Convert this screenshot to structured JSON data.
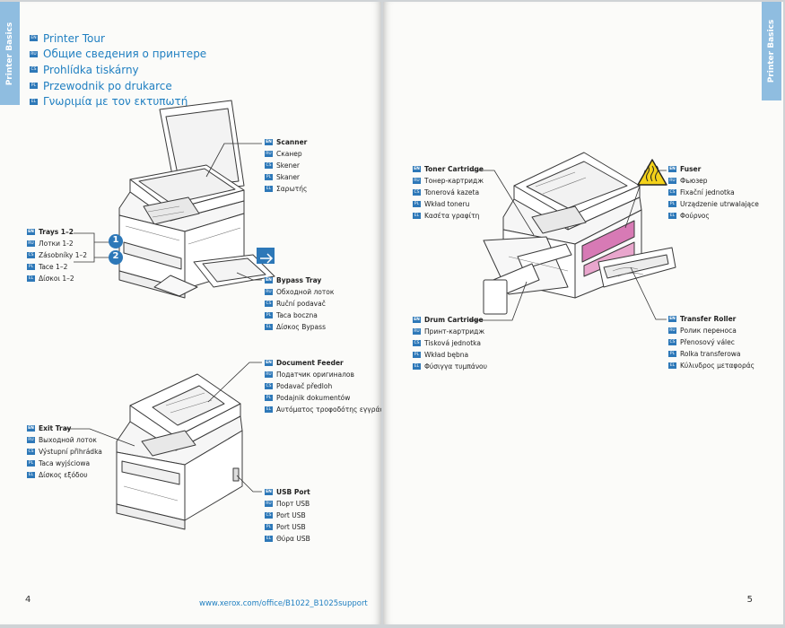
{
  "left_page": {
    "side_tab": "Printer Basics",
    "page_number": "4",
    "footer_url": "www.xerox.com/office/B1022_B1025support",
    "title_rows": [
      {
        "code": "EN",
        "text": "Printer Tour"
      },
      {
        "code": "RU",
        "text": "Общие сведения о принтере"
      },
      {
        "code": "CS",
        "text": "Prohlídka tiskárny"
      },
      {
        "code": "PL",
        "text": "Przewodnik po drukarce"
      },
      {
        "code": "EL",
        "text": "Γνωριμία με τον εκτυπωτή"
      }
    ],
    "callout_numbers": [
      "1",
      "2"
    ],
    "labels": {
      "scanner": [
        "Scanner",
        "Сканер",
        "Skener",
        "Skaner",
        "Σαρωτής"
      ],
      "trays": [
        "Trays 1–2",
        "Лотки 1-2",
        "Zásobníky 1–2",
        "Tace 1–2",
        "Δίσκοι 1–2"
      ],
      "bypass": [
        "Bypass Tray",
        "Обходной лоток",
        "Ruční podavač",
        "Taca boczna",
        "Δίσκος Bypass"
      ],
      "feeder": [
        "Document Feeder",
        "Податчик оригиналов",
        "Podavač předloh",
        "Podajnik dokumentów",
        "Αυτόματος τροφοδότης εγγράφων"
      ],
      "exit": [
        "Exit Tray",
        "Выходной лоток",
        "Výstupní přihrádka",
        "Taca wyjściowa",
        "Δίσκος εξόδου"
      ],
      "usb": [
        "USB Port",
        "Порт USB",
        "Port USB",
        "Port USB",
        "Θύρα USB"
      ]
    }
  },
  "right_page": {
    "side_tab": "Printer Basics",
    "page_number": "5",
    "labels": {
      "toner": [
        "Toner Cartridge",
        "Тонер-картридж",
        "Tonerová kazeta",
        "Wkład toneru",
        "Κασέτα γραφίτη"
      ],
      "fuser": [
        "Fuser",
        "Фьюзер",
        "Fixační jednotka",
        "Urządzenie utrwalające",
        "Φούρνος"
      ],
      "drum": [
        "Drum Cartridge",
        "Принт-картридж",
        "Tisková jednotka",
        "Wkład bębna",
        "Φύσιγγα τυμπάνου"
      ],
      "transfer": [
        "Transfer Roller",
        "Ролик переноса",
        "Přenosový válec",
        "Rolka transferowa",
        "Κύλινδρος μεταφοράς"
      ]
    }
  },
  "language_codes": [
    "EN",
    "RU",
    "CS",
    "PL",
    "EL"
  ],
  "colors": {
    "accent_blue": "#1f7fc1",
    "tab_blue": "#8fbde0",
    "badge_blue": "#2d78b8",
    "warning_yellow": "#f4d21a"
  },
  "icons": [
    "hot-surface-warning-icon",
    "bypass-tray-icon",
    "callout-1-circle",
    "callout-2-circle"
  ]
}
